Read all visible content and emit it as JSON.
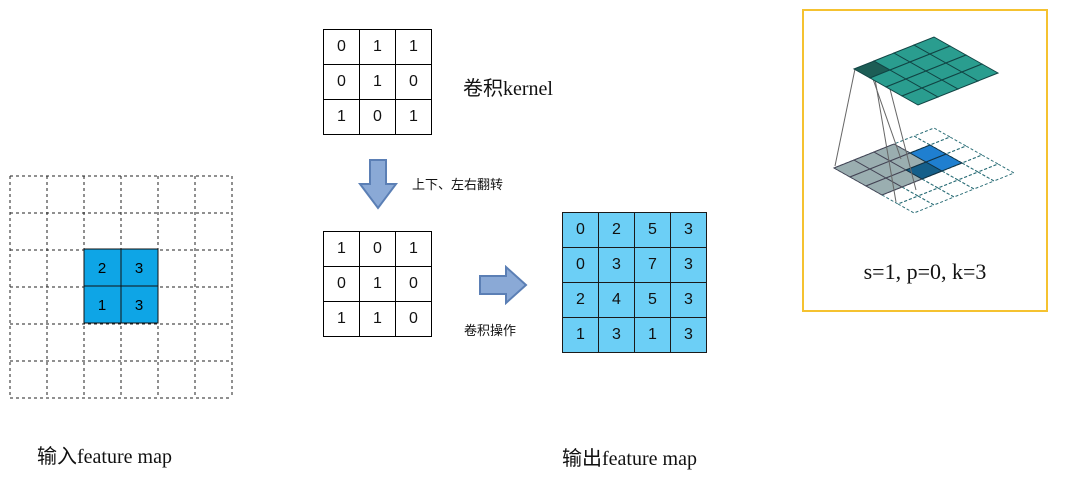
{
  "kernel": {
    "label": "卷积kernel",
    "rows": [
      [
        "0",
        "1",
        "1"
      ],
      [
        "0",
        "1",
        "0"
      ],
      [
        "1",
        "0",
        "1"
      ]
    ]
  },
  "flip": {
    "label": "上下、左右翻转",
    "rows": [
      [
        "1",
        "0",
        "1"
      ],
      [
        "0",
        "1",
        "0"
      ],
      [
        "1",
        "1",
        "0"
      ]
    ]
  },
  "conv_op_label": "卷积操作",
  "input_map": {
    "label": "输入feature map",
    "highlight": [
      [
        "2",
        "3"
      ],
      [
        "1",
        "3"
      ]
    ],
    "cell_color": "#0ea5e6"
  },
  "output_map": {
    "label": "输出feature map",
    "rows": [
      [
        "0",
        "2",
        "5",
        "3"
      ],
      [
        "0",
        "3",
        "7",
        "3"
      ],
      [
        "2",
        "4",
        "5",
        "3"
      ],
      [
        "1",
        "3",
        "1",
        "3"
      ]
    ],
    "cell_color": "#6ccff6"
  },
  "illustration": {
    "caption": "s=1, p=0, k=3",
    "frame_color": "#f5c230",
    "output_color": "#2a9d8f",
    "input_kernel_color": "#9aaeb0",
    "output_cell_color": "#1f7fd0"
  },
  "arrow_color": "#8aa9d6"
}
